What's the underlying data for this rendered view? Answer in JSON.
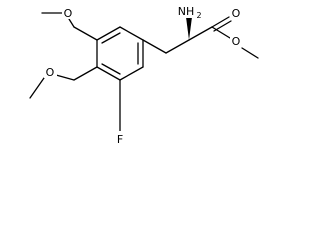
{
  "molecule": {
    "atom_labels": {
      "amine": "NH",
      "amine_subscript": "2",
      "carbonyl_oxygen": "O",
      "ester_oxygen": "O",
      "methoxy_top_oxygen": "O",
      "methoxy_left_oxygen": "O",
      "fluorine": "F"
    },
    "stereo": {
      "alpha_carbon_wedge": "bold"
    },
    "colors": {
      "bond": "#000000",
      "text": "#000000",
      "background": "#ffffff"
    }
  }
}
